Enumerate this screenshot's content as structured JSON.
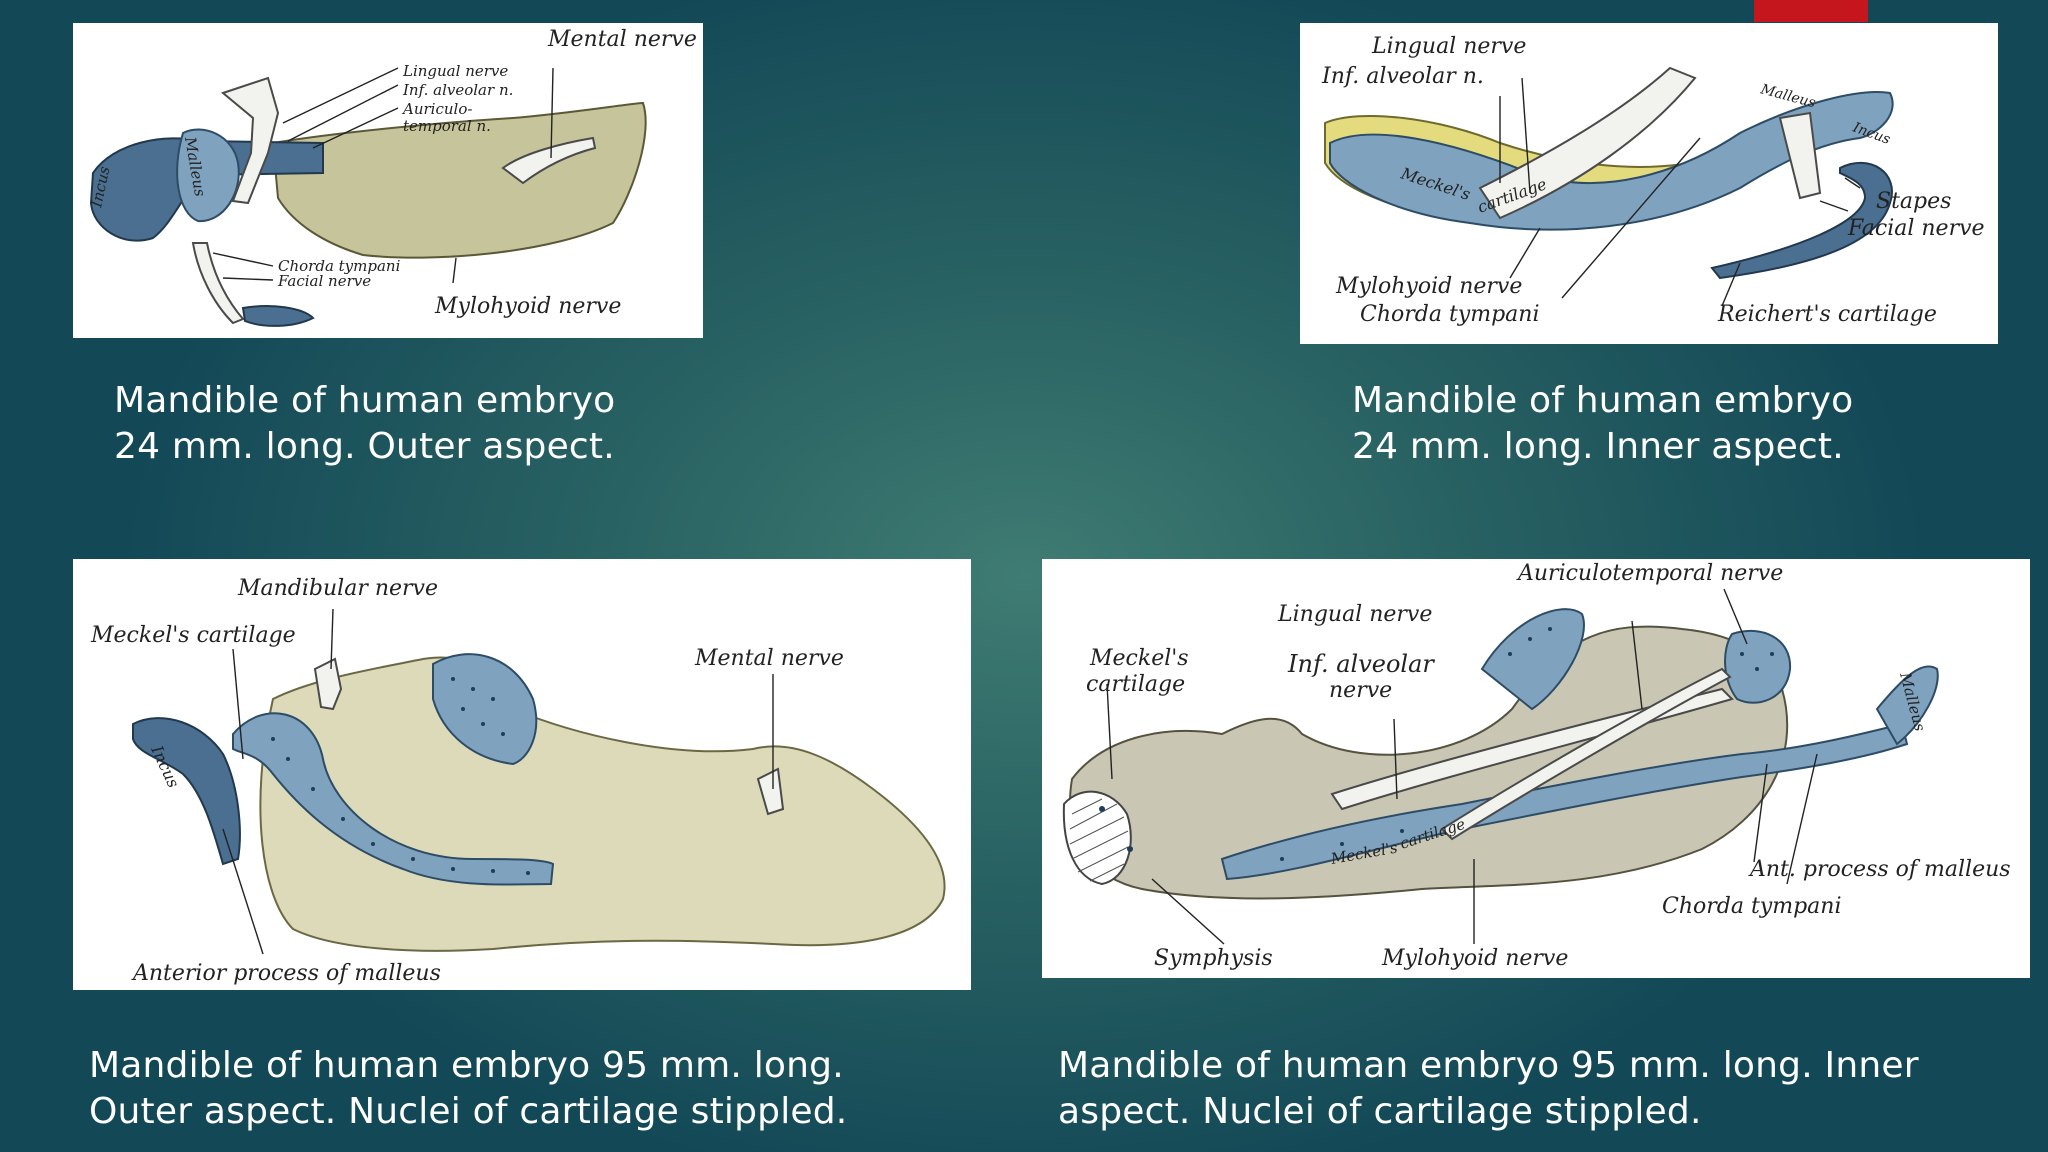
{
  "slide": {
    "accent_color": "#c4161c",
    "figures": [
      {
        "id": "outer-24mm",
        "caption_lines": [
          "Mandible of human embryo",
          "24 mm. long. Outer aspect."
        ],
        "labels": {
          "mental_nerve": "Mental nerve",
          "lingual_nerve": "Lingual nerve",
          "inf_alveolar": "Inf. alveolar n.",
          "auriculo_1": "Auriculo-",
          "auriculo_2": "temporal n.",
          "incus": "Incus",
          "malleus": "Malleus",
          "chorda_tympani": "Chorda tympani",
          "facial_nerve": "Facial nerve",
          "mylohyoid_nerve": "Mylohyoid nerve"
        }
      },
      {
        "id": "inner-24mm",
        "caption_lines": [
          "Mandible of human embryo",
          "24 mm. long. Inner aspect."
        ],
        "labels": {
          "lingual_nerve": "Lingual nerve",
          "inf_alveolar": "Inf. alveolar n.",
          "malleus": "Malleus",
          "incus": "Incus",
          "meckels": "Meckel's",
          "cartilage": "cartilage",
          "stapes": "Stapes",
          "facial_nerve": "Facial nerve",
          "mylohyoid_nerve": "Mylohyoid nerve",
          "chorda_tympani": "Chorda tympani",
          "reicherts_cartilage": "Reichert's cartilage"
        }
      },
      {
        "id": "outer-95mm",
        "caption_lines": [
          "Mandible of human embryo 95 mm. long.",
          "Outer aspect. Nuclei of cartilage stippled."
        ],
        "labels": {
          "mandibular_nerve": "Mandibular nerve",
          "meckels_cartilage": "Meckel's cartilage",
          "mental_nerve": "Mental nerve",
          "incus": "Incus",
          "anterior_process": "Anterior process of malleus"
        }
      },
      {
        "id": "inner-95mm",
        "caption_lines": [
          "Mandible of human embryo 95 mm. long. Inner",
          "aspect. Nuclei of cartilage stippled."
        ],
        "labels": {
          "auriculotemporal_nerve": "Auriculotemporal nerve",
          "lingual_nerve": "Lingual nerve",
          "meckels_1": "Meckel's",
          "meckels_2": "cartilage",
          "inf_alveolar_1": "Inf. alveolar",
          "inf_alveolar_2": "nerve",
          "malleus": "Malleus",
          "meckels_word": "Meckel's",
          "cartilage_word": "cartilage",
          "ant_process": "Ant. process of malleus",
          "chorda_tympani": "Chorda tympani",
          "symphysis": "Symphysis",
          "mylohyoid_nerve": "Mylohyoid nerve"
        }
      }
    ]
  }
}
